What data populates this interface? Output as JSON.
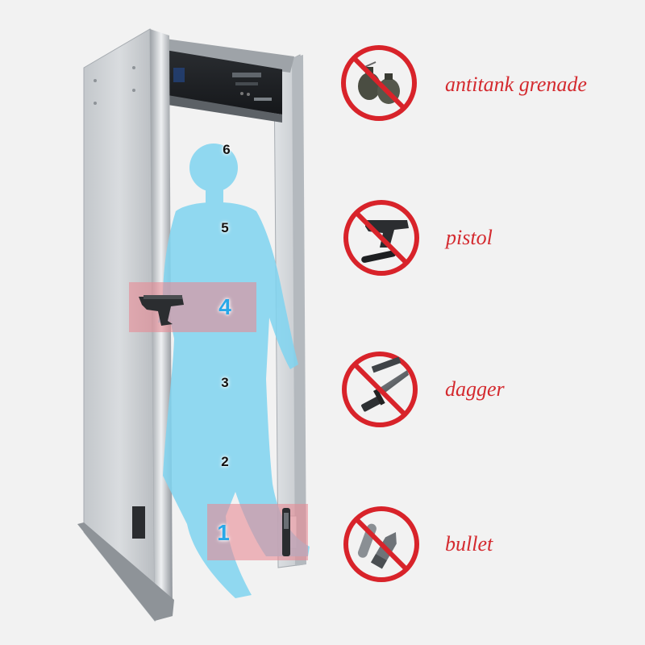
{
  "detector": {
    "active_zones": [
      "1",
      "4"
    ],
    "zones": [
      {
        "label": "6"
      },
      {
        "label": "5"
      },
      {
        "label": "4"
      },
      {
        "label": "3"
      },
      {
        "label": "2"
      },
      {
        "label": "1"
      }
    ]
  },
  "prohibited_items": [
    {
      "label": "antitank grenade",
      "icon": "grenade-icon"
    },
    {
      "label": "pistol",
      "icon": "pistol-icon"
    },
    {
      "label": "dagger",
      "icon": "dagger-icon"
    },
    {
      "label": "bullet",
      "icon": "bullet-icon"
    }
  ],
  "colors": {
    "label_red": "#d42a2f",
    "prohibited_red": "#d8232a",
    "zone_highlight": "#e88a95",
    "active_zone_number": "#29a8e8",
    "silhouette": "#7fd4f0",
    "panel_gray": "#c9cdd1"
  }
}
